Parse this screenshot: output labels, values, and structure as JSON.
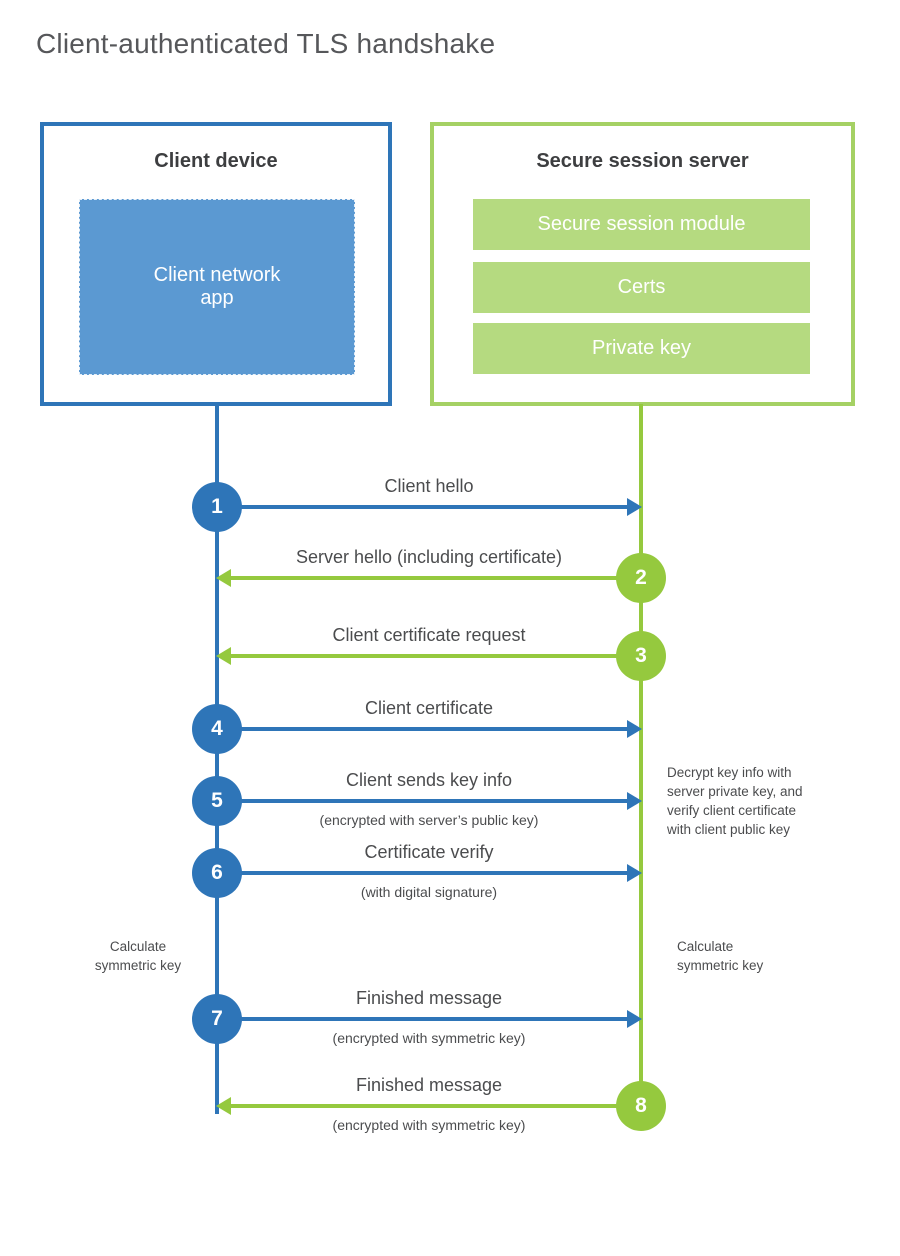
{
  "title": "Client-authenticated TLS handshake",
  "colors": {
    "blue_strong": "#2e75b8",
    "blue_fill": "#5b99d2",
    "green_strong": "#95c93e",
    "green_border": "#a5d164",
    "green_fill": "#b5da80",
    "text_gray": "#4b4c4e"
  },
  "client": {
    "title": "Client device",
    "app_label": "Client network\napp"
  },
  "server": {
    "title": "Secure session server",
    "modules": [
      "Secure session module",
      "Certs",
      "Private key"
    ]
  },
  "steps": [
    {
      "num": "1",
      "label": "Client hello",
      "sub": ""
    },
    {
      "num": "2",
      "label": "Server hello (including certificate)",
      "sub": ""
    },
    {
      "num": "3",
      "label": "Client certificate request",
      "sub": ""
    },
    {
      "num": "4",
      "label": "Client certificate",
      "sub": ""
    },
    {
      "num": "5",
      "label": "Client sends key info",
      "sub": "(encrypted with server’s public key)"
    },
    {
      "num": "6",
      "label": "Certificate verify",
      "sub": "(with digital signature)"
    },
    {
      "num": "7",
      "label": "Finished message",
      "sub": "(encrypted with symmetric key)"
    },
    {
      "num": "8",
      "label": "Finished message",
      "sub": "(encrypted with symmetric key)"
    }
  ],
  "notes": {
    "decrypt": "Decrypt key info with\nserver private key, and\nverify client certificate\nwith client public key",
    "calc_left": "Calculate\nsymmetric key",
    "calc_right": "Calculate\nsymmetric key"
  }
}
